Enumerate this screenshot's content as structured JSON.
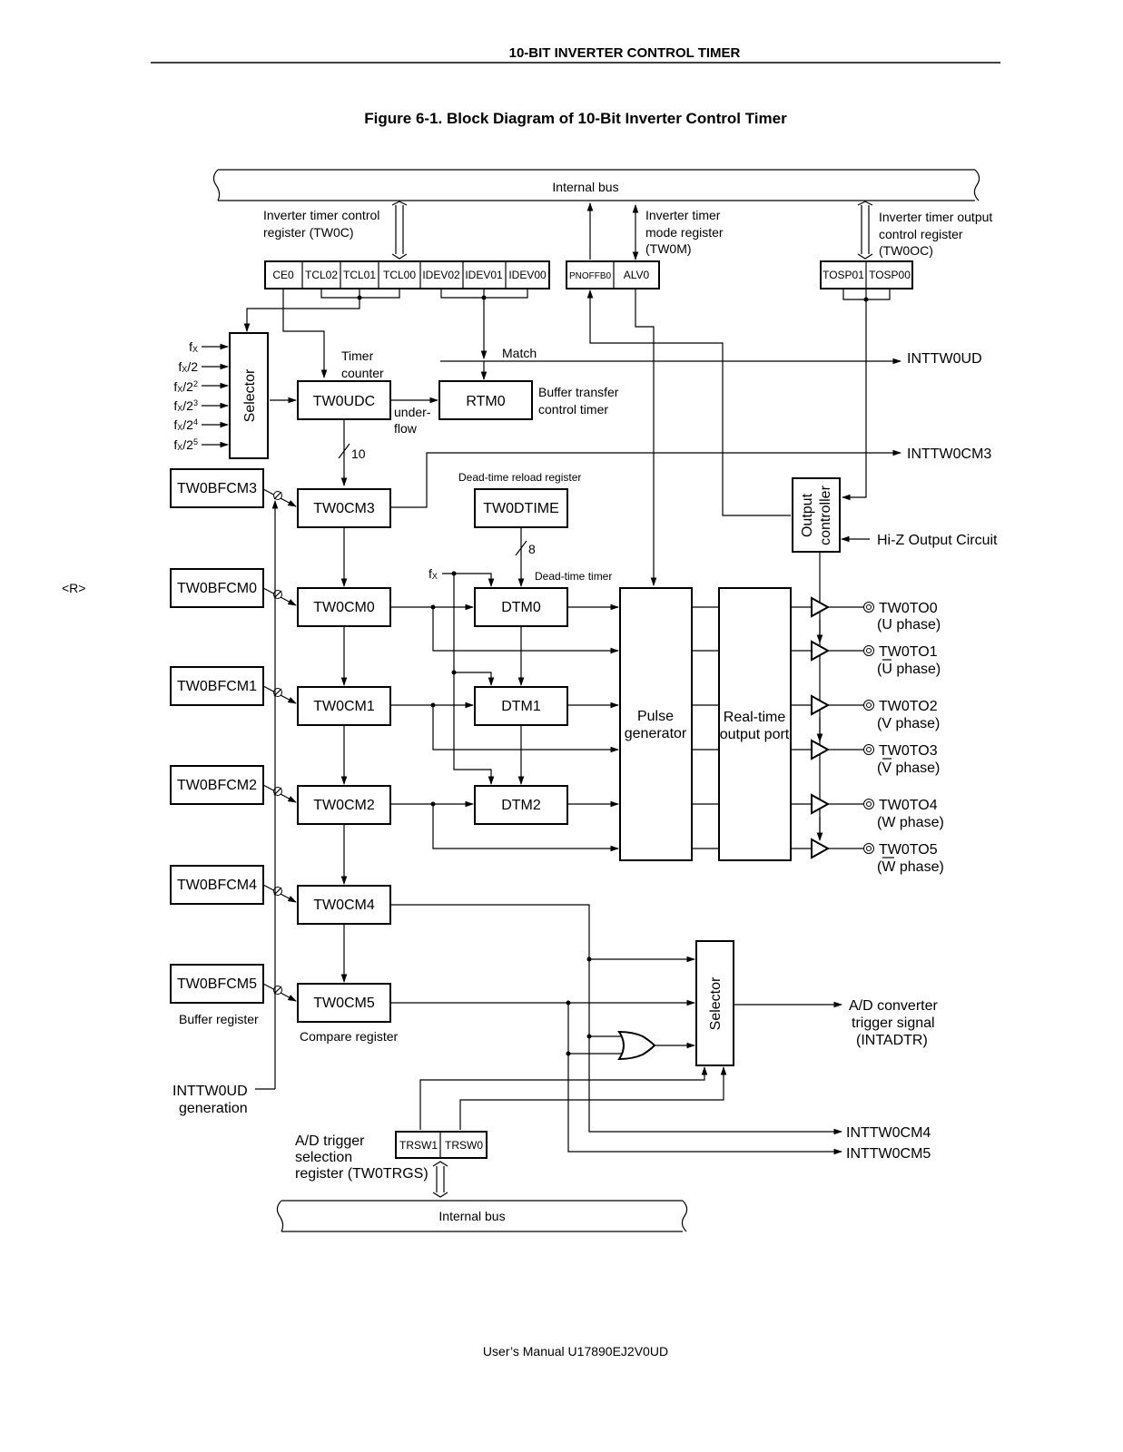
{
  "header": {
    "title": "10-BIT INVERTER CONTROL TIMER"
  },
  "figure": {
    "title": "Figure 6-1.  Block Diagram of 10-Bit Inverter Control Timer"
  },
  "revision_mark": "<R>",
  "buses": {
    "top": "Internal bus",
    "bottom": "Internal bus"
  },
  "registers": {
    "tw0c": {
      "label_1": "Inverter timer control",
      "label_2": "register (TW0C)",
      "bits": [
        "CE0",
        "TCL02",
        "TCL01",
        "TCL00",
        "IDEV02",
        "IDEV01",
        "IDEV00"
      ]
    },
    "tw0m": {
      "label_1": "Inverter timer",
      "label_2": "mode register",
      "label_3": "(TW0M)",
      "bits": [
        "PNOFFB0",
        "ALV0"
      ]
    },
    "tw0oc": {
      "label_1": "Inverter timer output",
      "label_2": "control register",
      "label_3": "(TW0OC)",
      "bits": [
        "TOSP01",
        "TOSP00"
      ]
    },
    "tw0trgs": {
      "label_1": "A/D trigger",
      "label_2": "selection",
      "label_3": "register (TW0TRGS)",
      "bits": [
        "TRSW1",
        "TRSW0"
      ]
    }
  },
  "clock_inputs": [
    {
      "base": "f",
      "sub": "X",
      "tail": "",
      "sup": ""
    },
    {
      "base": "f",
      "sub": "X",
      "tail": "/2",
      "sup": ""
    },
    {
      "base": "f",
      "sub": "X",
      "tail": "/2",
      "sup": "2"
    },
    {
      "base": "f",
      "sub": "X",
      "tail": "/2",
      "sup": "3"
    },
    {
      "base": "f",
      "sub": "X",
      "tail": "/2",
      "sup": "4"
    },
    {
      "base": "f",
      "sub": "X",
      "tail": "/2",
      "sup": "5"
    }
  ],
  "fx_label": {
    "base": "f",
    "sub": "X"
  },
  "blocks": {
    "selector_top": "Selector",
    "tw0udc": "TW0UDC",
    "rtm0": "RTM0",
    "tw0dtime": "TW0DTIME",
    "output_controller_1": "Output",
    "output_controller_2": "controller",
    "pulse_generator_1": "Pulse",
    "pulse_generator_2": "generator",
    "realtime_port_1": "Real-time",
    "realtime_port_2": "output port",
    "selector_bottom": "Selector",
    "compare": [
      "TW0CM3",
      "TW0CM0",
      "TW0CM1",
      "TW0CM2",
      "TW0CM4",
      "TW0CM5"
    ],
    "buffer": [
      "TW0BFCM3",
      "TW0BFCM0",
      "TW0BFCM1",
      "TW0BFCM2",
      "TW0BFCM4",
      "TW0BFCM5"
    ],
    "dtm": [
      "DTM0",
      "DTM1",
      "DTM2"
    ]
  },
  "labels": {
    "timer_counter_1": "Timer",
    "timer_counter_2": "counter",
    "underflow_1": "under-",
    "underflow_2": "flow",
    "match": "Match",
    "buffer_transfer_1": "Buffer transfer",
    "buffer_transfer_2": "control timer",
    "bits_10": "10",
    "bits_8": "8",
    "dead_time_reload": "Dead-time reload register",
    "dead_time_timer": "Dead-time timer",
    "hiz": "Hi-Z Output Circuit",
    "buffer_register": "Buffer register",
    "compare_register": "Compare register",
    "inttw0ud_gen_1": "INTTW0UD",
    "inttw0ud_gen_2": "generation",
    "ad_trigger_1": "A/D converter",
    "ad_trigger_2": "trigger signal",
    "ad_trigger_3": "(INTADTR)"
  },
  "interrupts": {
    "inttw0ud": "INTTW0UD",
    "inttw0cm3": "INTTW0CM3",
    "inttw0cm4": "INTTW0CM4",
    "inttw0cm5": "INTTW0CM5"
  },
  "outputs": [
    {
      "pin": "TW0TO0",
      "phase": "(U phase)",
      "bar": false
    },
    {
      "pin": "TW0TO1",
      "phase": "(U phase)",
      "bar": true
    },
    {
      "pin": "TW0TO2",
      "phase": "(V phase)",
      "bar": false
    },
    {
      "pin": "TW0TO3",
      "phase": "(V phase)",
      "bar": true
    },
    {
      "pin": "TW0TO4",
      "phase": "(W phase)",
      "bar": false
    },
    {
      "pin": "TW0TO5",
      "phase": "(W phase)",
      "bar": true
    }
  ],
  "footer": {
    "text": "User’s Manual  U17890EJ2V0UD"
  }
}
